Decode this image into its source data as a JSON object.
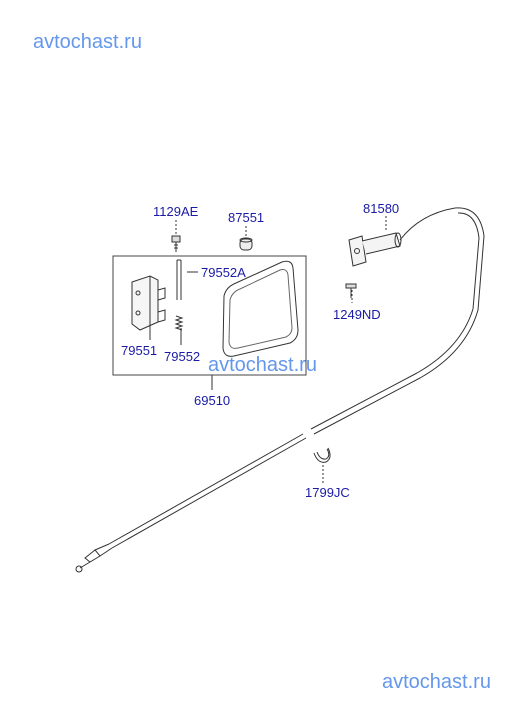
{
  "watermarks": {
    "top": "avtochast.ru",
    "middle": "avtochast.ru",
    "bottom": "avtochast.ru"
  },
  "parts": [
    {
      "id": "p1129AE",
      "label": "1129AE"
    },
    {
      "id": "p87551",
      "label": "87551"
    },
    {
      "id": "p81580",
      "label": "81580"
    },
    {
      "id": "p79552A",
      "label": "79552A"
    },
    {
      "id": "p1249ND",
      "label": "1249ND"
    },
    {
      "id": "p79551",
      "label": "79551"
    },
    {
      "id": "p79552",
      "label": "79552"
    },
    {
      "id": "p69510",
      "label": "69510"
    },
    {
      "id": "p1799JC",
      "label": "1799JC"
    }
  ],
  "colors": {
    "line": "#333333",
    "label": "#1a1aa6",
    "watermark": "#4a86e8"
  }
}
